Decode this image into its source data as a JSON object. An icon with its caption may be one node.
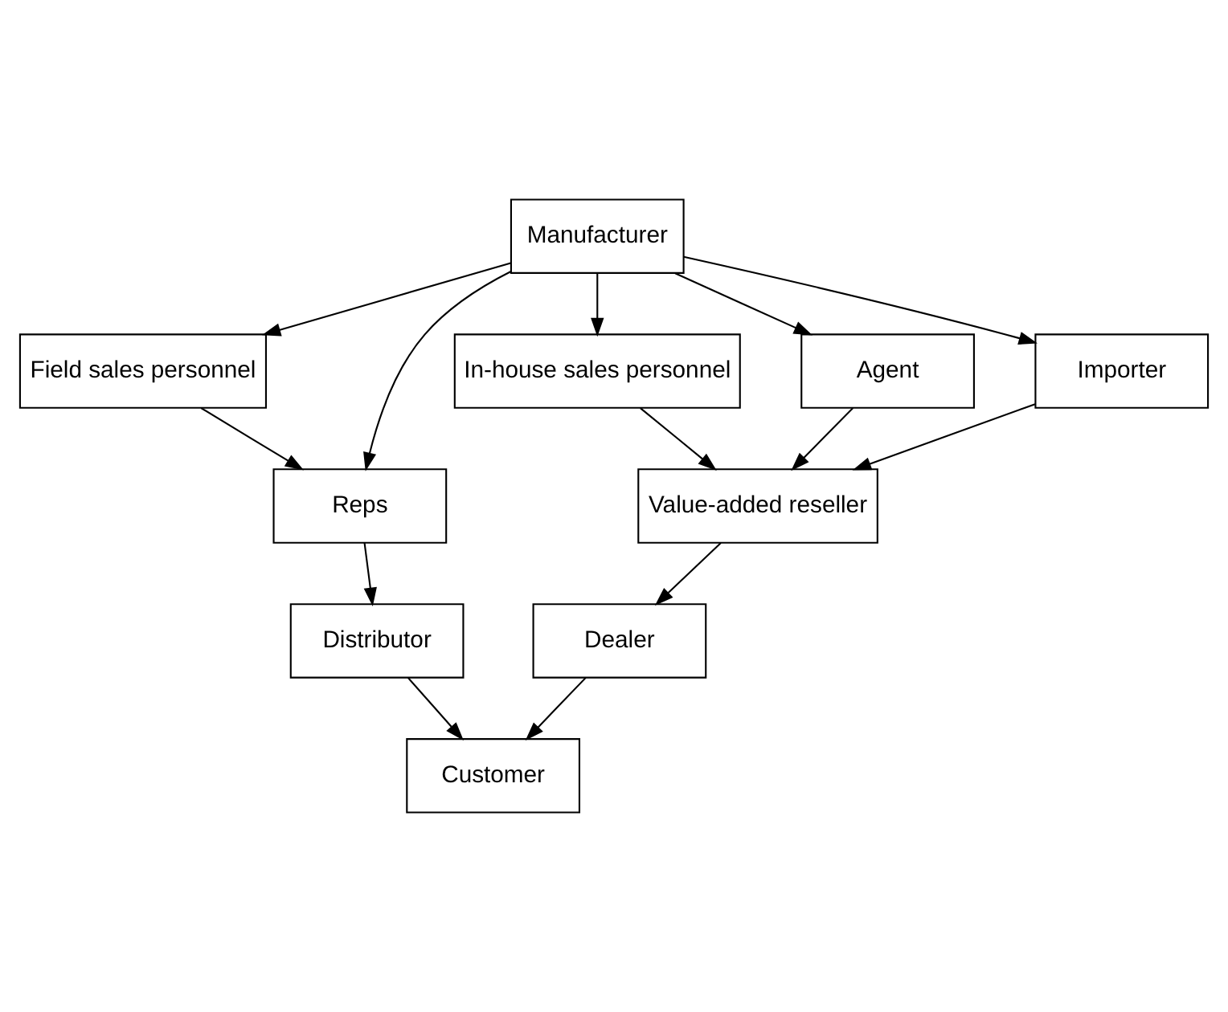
{
  "diagram": {
    "nodes": [
      {
        "text": [
          "Manufacturer"
        ]
      },
      {
        "text": [
          "Field sales personnel"
        ]
      },
      {
        "text": [
          "In-house sales personnel"
        ]
      },
      {
        "text": [
          "Agent"
        ]
      },
      {
        "text": [
          "Reps"
        ]
      },
      {
        "text": [
          "Importer"
        ]
      },
      {
        "text": [
          "Value-added reseller"
        ]
      },
      {
        "text": [
          "Distributor"
        ]
      },
      {
        "text": [
          "Dealer"
        ]
      },
      {
        "text": [
          "Customer"
        ]
      }
    ],
    "edges": [
      {
        "from": 0,
        "to": 1,
        "arrow": "to"
      },
      {
        "from": 0,
        "to": 4,
        "arrow": "to"
      },
      {
        "from": 0,
        "to": 5,
        "arrow": "to"
      },
      {
        "from": 0,
        "to": 2,
        "arrow": "to"
      },
      {
        "from": 0,
        "to": 3,
        "arrow": "to"
      },
      {
        "from": 1,
        "to": 4,
        "arrow": "to"
      },
      {
        "from": 2,
        "to": 6,
        "arrow": "to"
      },
      {
        "from": 3,
        "to": 6,
        "arrow": "to"
      },
      {
        "from": 5,
        "to": 6,
        "arrow": "to"
      },
      {
        "from": 4,
        "to": 7,
        "arrow": "to"
      },
      {
        "from": 6,
        "to": 8,
        "arrow": "to"
      },
      {
        "from": 7,
        "to": 9,
        "arrow": "to"
      },
      {
        "from": 8,
        "to": 9,
        "arrow": "to"
      }
    ]
  }
}
